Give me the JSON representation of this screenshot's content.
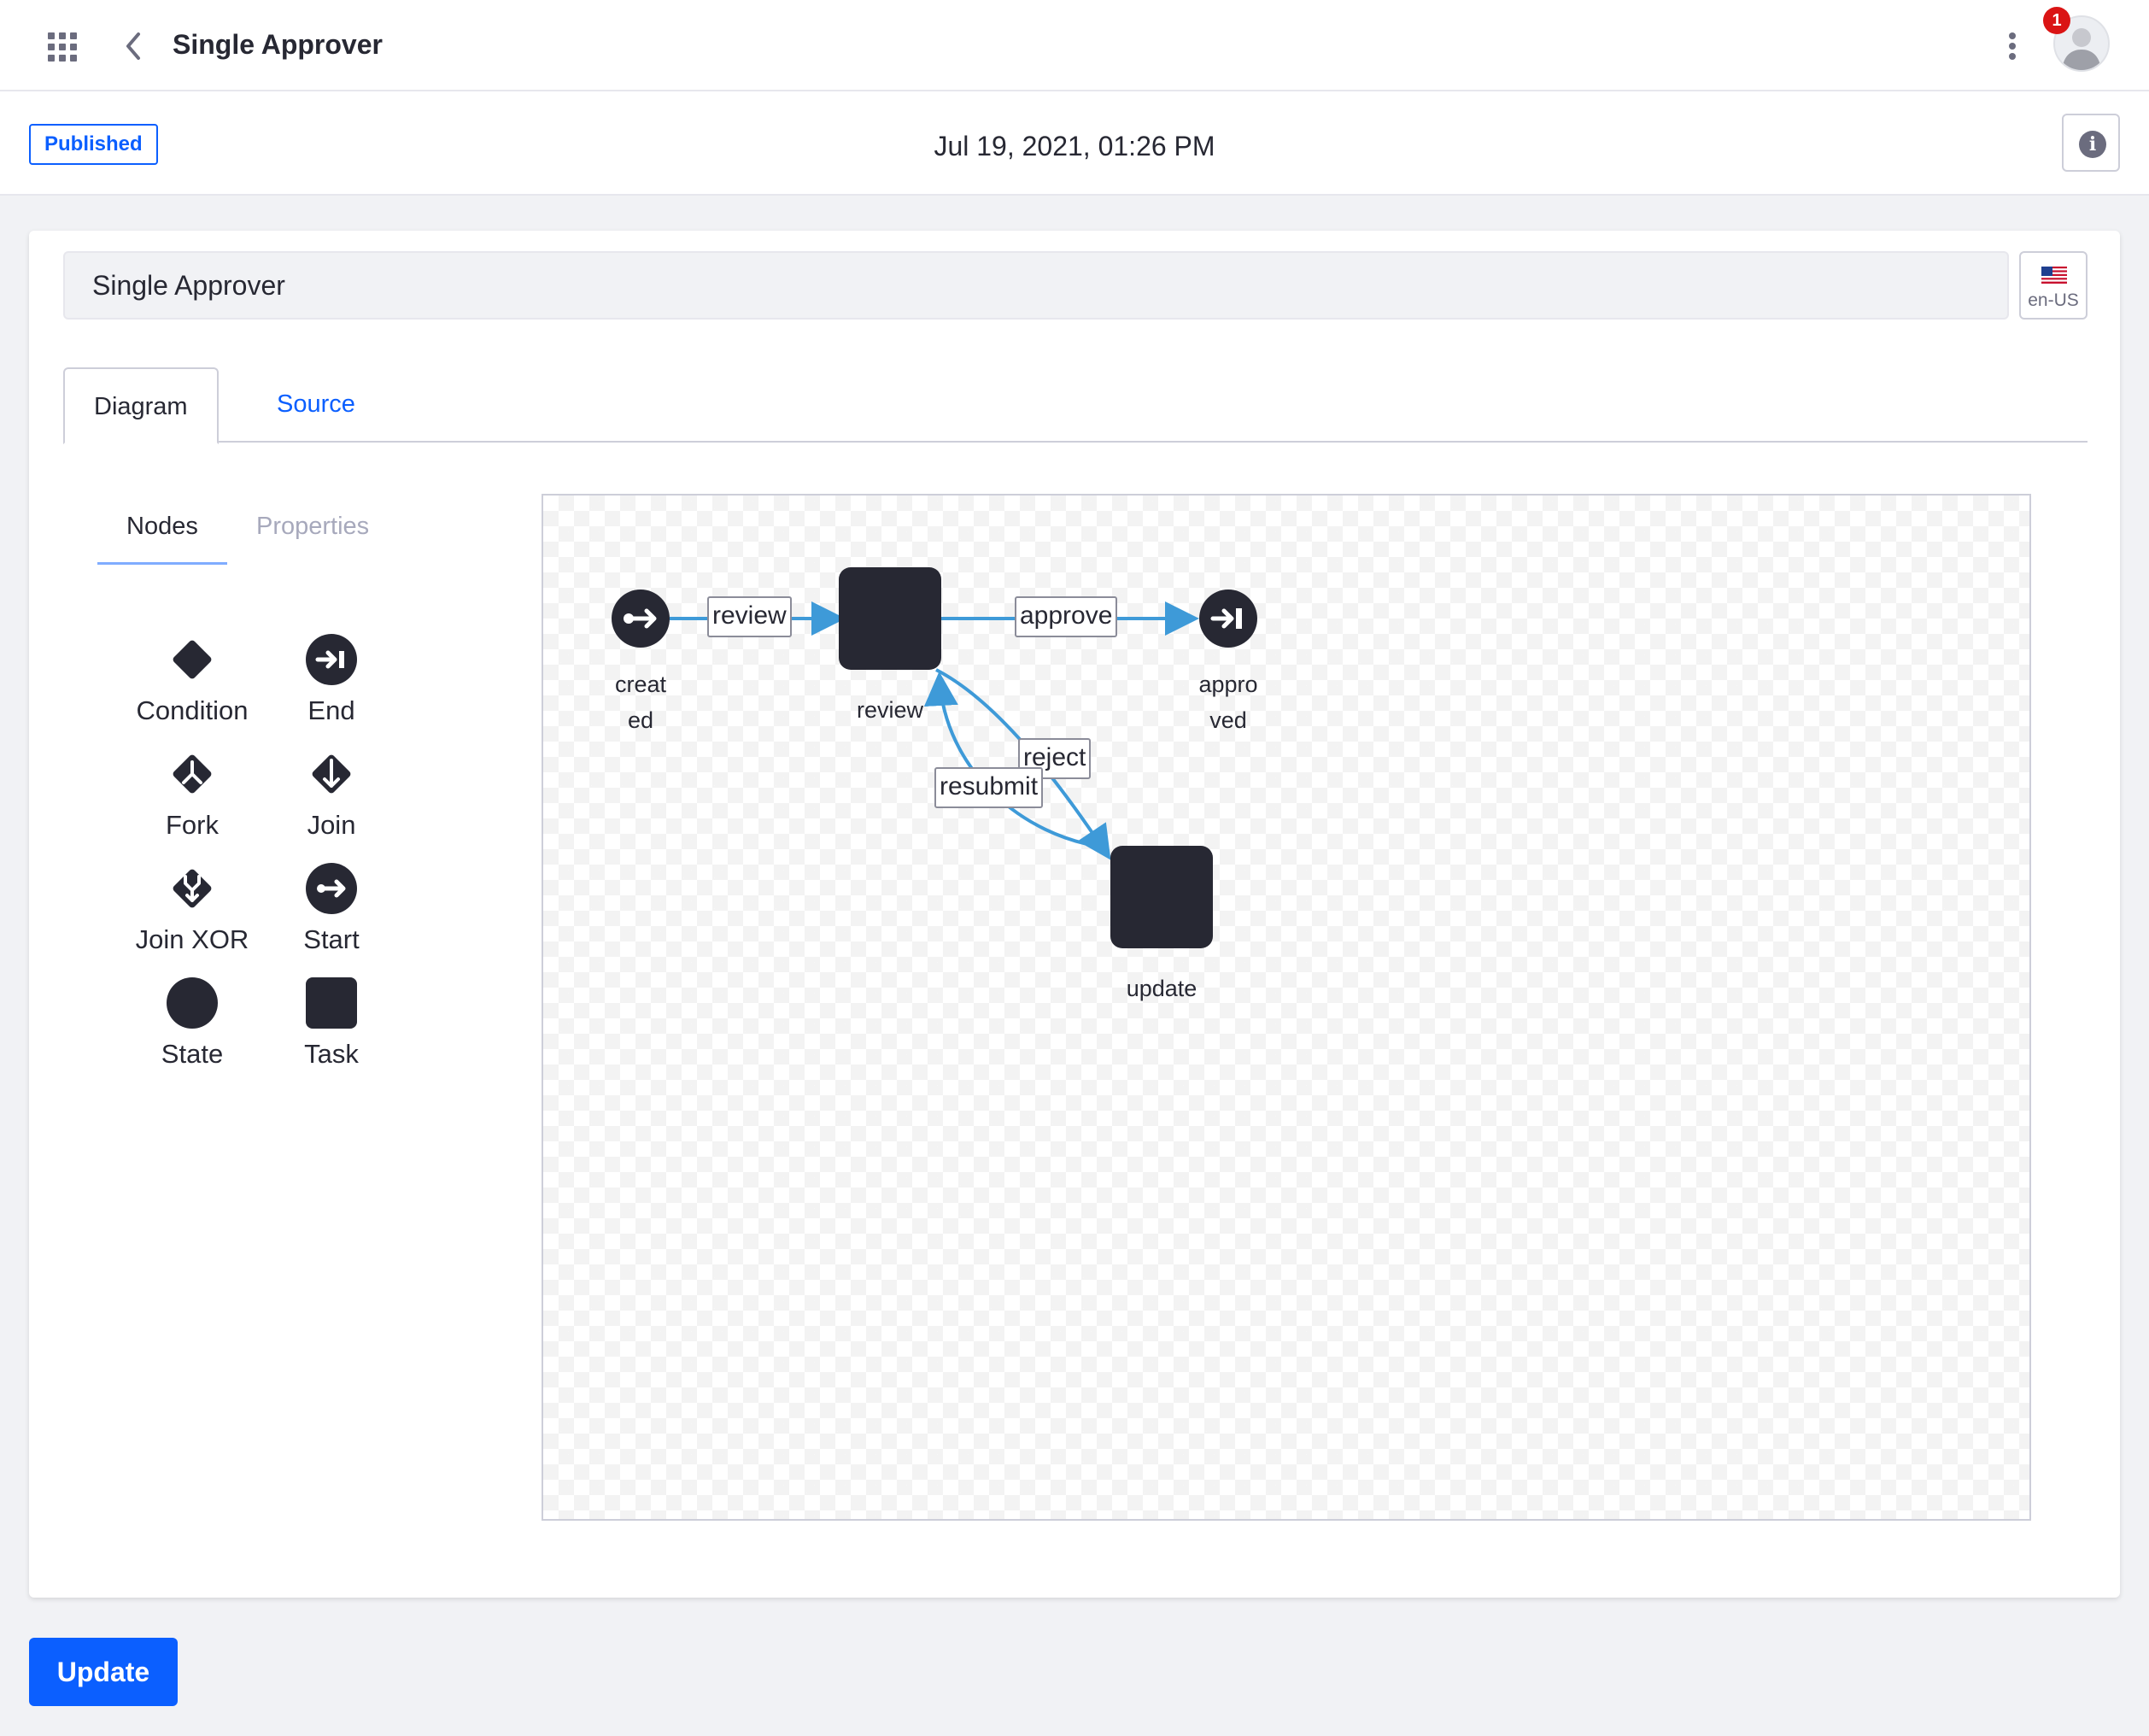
{
  "header": {
    "title": "Single Approver",
    "notification_count": "1"
  },
  "subheader": {
    "status": "Published",
    "timestamp": "Jul 19, 2021, 01:26 PM",
    "info_glyph": "i"
  },
  "form": {
    "name_value": "Single Approver",
    "language": "en-US"
  },
  "tabs": [
    {
      "label": "Diagram"
    },
    {
      "label": "Source"
    }
  ],
  "sidebar": {
    "tabs": [
      {
        "label": "Nodes"
      },
      {
        "label": "Properties"
      }
    ],
    "node_types": [
      {
        "label": "Condition",
        "icon": "condition-icon"
      },
      {
        "label": "End",
        "icon": "end-icon"
      },
      {
        "label": "Fork",
        "icon": "fork-icon"
      },
      {
        "label": "Join",
        "icon": "join-icon"
      },
      {
        "label": "Join XOR",
        "icon": "join-xor-icon"
      },
      {
        "label": "Start",
        "icon": "start-icon"
      },
      {
        "label": "State",
        "icon": "state-icon"
      },
      {
        "label": "Task",
        "icon": "task-icon"
      }
    ]
  },
  "diagram": {
    "nodes": [
      {
        "id": "created",
        "type": "start",
        "label_lines": [
          "creat",
          "ed"
        ]
      },
      {
        "id": "review",
        "type": "task",
        "label_lines": [
          "review"
        ]
      },
      {
        "id": "approved",
        "type": "end",
        "label_lines": [
          "appro",
          "ved"
        ]
      },
      {
        "id": "update",
        "type": "task",
        "label_lines": [
          "update"
        ]
      }
    ],
    "transitions": [
      {
        "from": "created",
        "to": "review",
        "label": "review"
      },
      {
        "from": "review",
        "to": "approved",
        "label": "approve"
      },
      {
        "from": "review",
        "to": "update",
        "label": "reject"
      },
      {
        "from": "update",
        "to": "review",
        "label": "resubmit"
      }
    ],
    "edge_color": "#3e9ad8"
  },
  "footer": {
    "update_label": "Update"
  },
  "colors": {
    "primary": "#0b5fff",
    "node_fill": "#272833",
    "badge": "#da1414"
  }
}
